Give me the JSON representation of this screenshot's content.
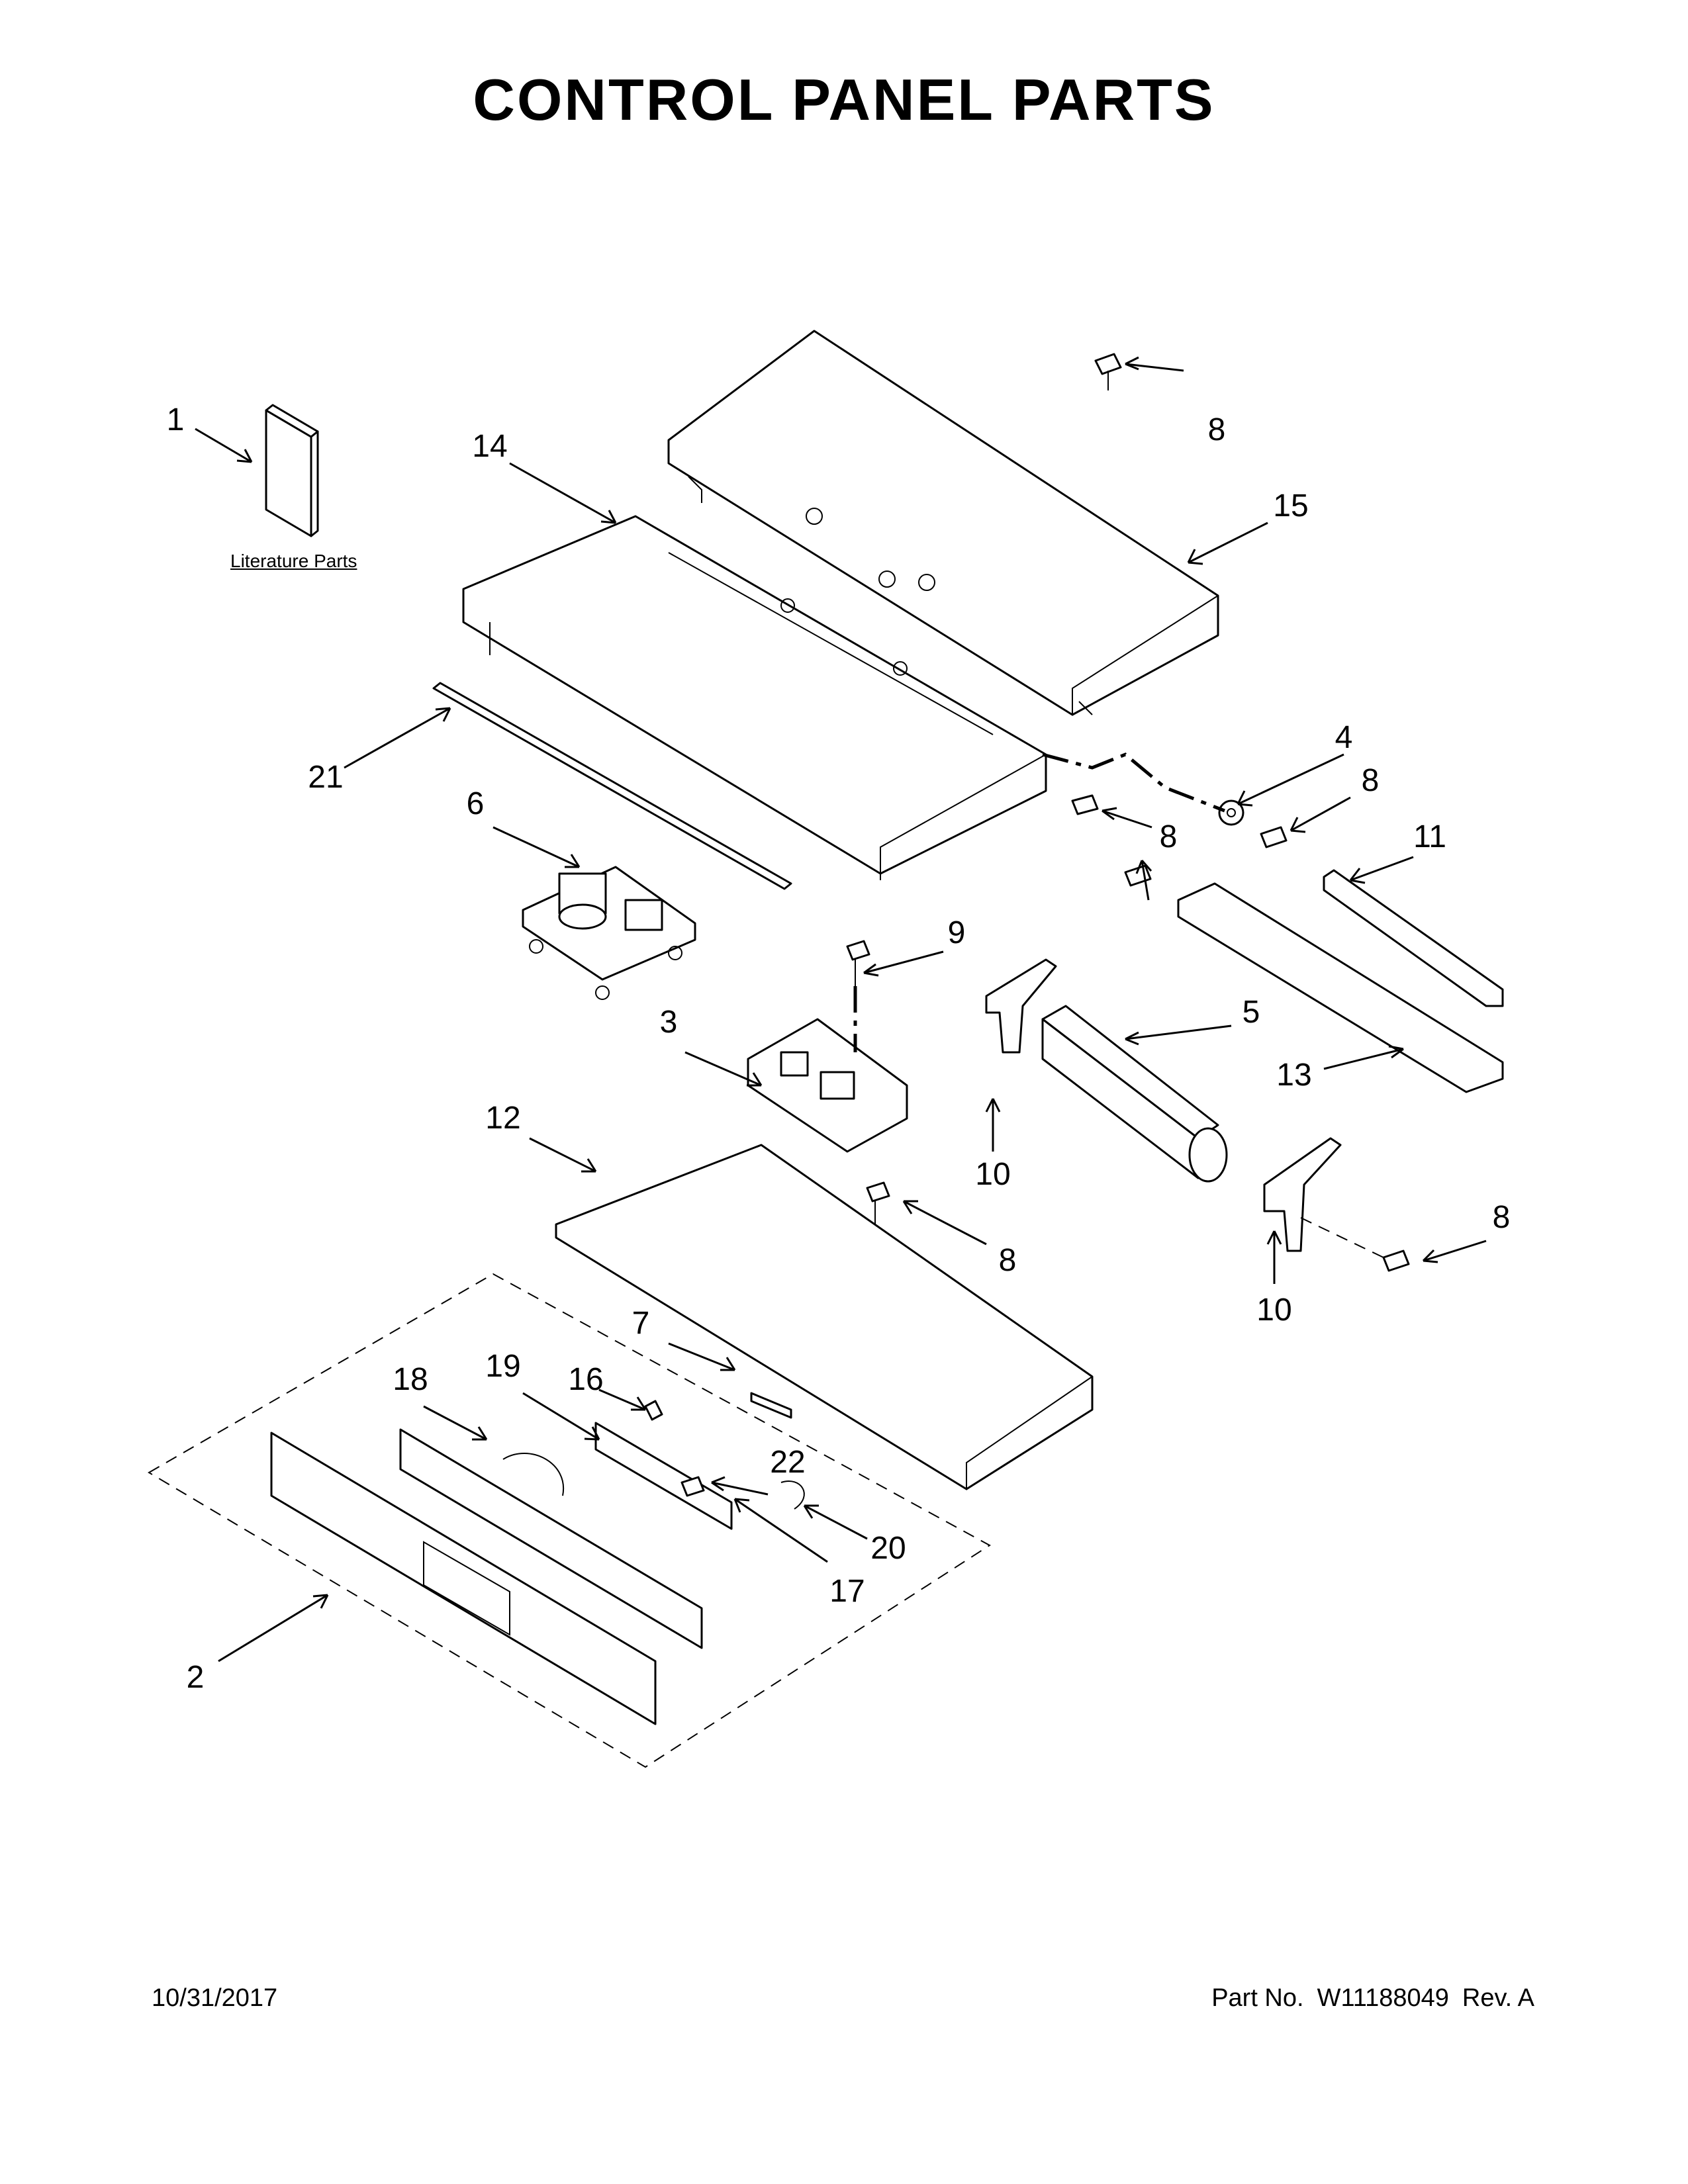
{
  "header": {
    "title": "CONTROL PANEL PARTS"
  },
  "footer": {
    "date": "10/31/2017",
    "part_label": "Part No.",
    "part_number": "W11188049",
    "revision": "Rev. A"
  },
  "literature": {
    "label": "Literature Parts"
  },
  "callouts": [
    {
      "id": "c1",
      "text": "1"
    },
    {
      "id": "c14",
      "text": "14"
    },
    {
      "id": "c8a",
      "text": "8"
    },
    {
      "id": "c15",
      "text": "15"
    },
    {
      "id": "c4",
      "text": "4"
    },
    {
      "id": "c8b",
      "text": "8"
    },
    {
      "id": "c21",
      "text": "21"
    },
    {
      "id": "c6",
      "text": "6"
    },
    {
      "id": "c8c",
      "text": "8"
    },
    {
      "id": "c11",
      "text": "11"
    },
    {
      "id": "c9",
      "text": "9"
    },
    {
      "id": "c5",
      "text": "5"
    },
    {
      "id": "c3",
      "text": "3"
    },
    {
      "id": "c13",
      "text": "13"
    },
    {
      "id": "c10a",
      "text": "10"
    },
    {
      "id": "c12",
      "text": "12"
    },
    {
      "id": "c8d",
      "text": "8"
    },
    {
      "id": "c8e",
      "text": "8"
    },
    {
      "id": "c10b",
      "text": "10"
    },
    {
      "id": "c7",
      "text": "7"
    },
    {
      "id": "c18",
      "text": "18"
    },
    {
      "id": "c19",
      "text": "19"
    },
    {
      "id": "c16",
      "text": "16"
    },
    {
      "id": "c22",
      "text": "22"
    },
    {
      "id": "c20",
      "text": "20"
    },
    {
      "id": "c17",
      "text": "17"
    },
    {
      "id": "c2",
      "text": "2"
    }
  ]
}
